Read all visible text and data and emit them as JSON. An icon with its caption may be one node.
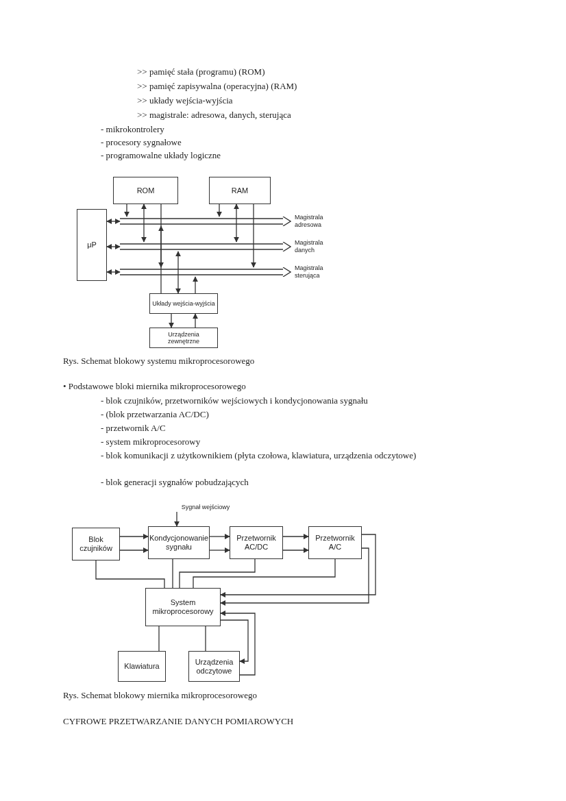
{
  "diagram": {
    "nodes": [
      {
        "text": [
          "ROM"
        ]
      },
      {
        "text": [
          "RAM"
        ]
      },
      {
        "text": [
          "μP"
        ]
      },
      {
        "text": [],
        "shape": "bar",
        "beside": [
          "Magistrala adresowa"
        ]
      },
      {
        "text": [],
        "shape": "bar",
        "beside": [
          "Magistrala danych"
        ]
      },
      {
        "text": [],
        "shape": "bar",
        "beside": [
          "Magistrala sterująca"
        ]
      },
      {
        "text": [
          "Układy wejścia-wyjścia"
        ]
      },
      {
        "text": [
          "Urządzenia zewnętrzne"
        ]
      },
      {
        "text": [
          "Sygnał wejściowy"
        ]
      },
      {
        "text": [
          "Blok czujników"
        ]
      },
      {
        "text": [
          "Kondycjonowanie sygnału"
        ]
      },
      {
        "text": [
          "Przetwornik AC/DC"
        ]
      },
      {
        "text": [
          "Przetwornik A/C"
        ]
      },
      {
        "text": [
          "System mikroprocesorowy"
        ]
      },
      {
        "text": [
          "Klawiatura"
        ]
      },
      {
        "text": [
          "Urządzenia odczytowe"
        ]
      }
    ],
    "edges": [
      {
        "from": 2,
        "to": 3,
        "arrow": "both"
      },
      {
        "from": 2,
        "to": 4,
        "arrow": "both"
      },
      {
        "from": 2,
        "to": 5,
        "arrow": "both"
      },
      {
        "from": 0,
        "to": 3,
        "arrow": "to"
      },
      {
        "from": 0,
        "to": 4,
        "arrow": "both"
      },
      {
        "from": 0,
        "to": 5,
        "arrow": "to"
      },
      {
        "from": 1,
        "to": 3,
        "arrow": "to"
      },
      {
        "from": 1,
        "to": 4,
        "arrow": "both"
      },
      {
        "from": 1,
        "to": 5,
        "arrow": "to"
      },
      {
        "from": 6,
        "to": 3,
        "arrow": "to"
      },
      {
        "from": 6,
        "to": 4,
        "arrow": "both"
      },
      {
        "from": 6,
        "to": 5,
        "arrow": "to"
      },
      {
        "from": 6,
        "to": 7,
        "arrow": "to"
      },
      {
        "from": 7,
        "to": 6,
        "arrow": "to"
      },
      {
        "from": 8,
        "to": 10,
        "arrow": "to"
      },
      {
        "from": 9,
        "to": 10,
        "arrow": "to"
      },
      {
        "from": 9,
        "to": 10,
        "arrow": "to"
      },
      {
        "from": 10,
        "to": 11,
        "arrow": "to"
      },
      {
        "from": 10,
        "to": 11,
        "arrow": "to"
      },
      {
        "from": 11,
        "to": 12,
        "arrow": "to"
      },
      {
        "from": 11,
        "to": 12,
        "arrow": "to"
      },
      {
        "from": 9,
        "to": 13,
        "arrow": "none"
      },
      {
        "from": 10,
        "to": 13,
        "arrow": "none"
      },
      {
        "from": 11,
        "to": 13,
        "arrow": "none"
      },
      {
        "from": 12,
        "to": 13,
        "arrow": "none"
      },
      {
        "from": 12,
        "to": 13,
        "arrow": "to"
      },
      {
        "from": 12,
        "to": 13,
        "arrow": "to"
      },
      {
        "from": 13,
        "to": 14,
        "arrow": "none"
      },
      {
        "from": 13,
        "to": 15,
        "arrow": "none"
      },
      {
        "from": 15,
        "to": 13,
        "arrow": "to"
      },
      {
        "from": 13,
        "to": 15,
        "arrow": "to"
      }
    ],
    "labels": [
      ">> pamięć stała (programu) (ROM)",
      ">> pamięć zapisywalna (operacyjna) (RAM)",
      ">> układy wejścia-wyjścia",
      ">> magistrale: adresowa, danych, sterująca",
      "- mikrokontrolery",
      "- procesory sygnałowe",
      "- programowalne układy logiczne",
      "Rys. Schemat blokowy systemu mikroprocesorowego",
      "• Podstawowe bloki miernika mikroprocesorowego",
      "- blok czujników, przetworników wejściowych i kondycjonowania sygnału",
      "- (blok przetwarzania AC/DC)",
      "- przetwornik A/C",
      "- system mikroprocesorowy",
      "- blok komunikacji z użytkownikiem (płyta czołowa, klawiatura, urządzenia odczytowe)",
      "- blok generacji sygnałów pobudzających",
      "Rys. Schemat blokowy miernika mikroprocesorowego",
      "CYFROWE PRZETWARZANIE DANYCH POMIAROWYCH"
    ]
  }
}
